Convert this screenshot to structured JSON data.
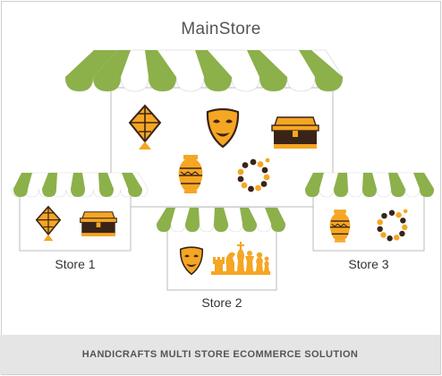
{
  "main_store": {
    "title": "MainStore"
  },
  "stores": [
    {
      "label": "Store 1"
    },
    {
      "label": "Store 2"
    },
    {
      "label": "Store 3"
    }
  ],
  "footer": {
    "text": "HANDICRAFTS MULTI STORE ECOMMERCE SOLUTION"
  },
  "colors": {
    "awning_green": "#8cb04a",
    "awning_white": "#ffffff",
    "icon_orange": "#f5a623",
    "icon_dark": "#3a2418",
    "line": "#bbbbbb",
    "footer_bg": "#e5e5e5"
  },
  "icons": [
    "kite-icon",
    "theater-mask-icon",
    "treasure-chest-icon",
    "vase-icon",
    "bead-bracelet-icon",
    "chess-pieces-icon"
  ]
}
